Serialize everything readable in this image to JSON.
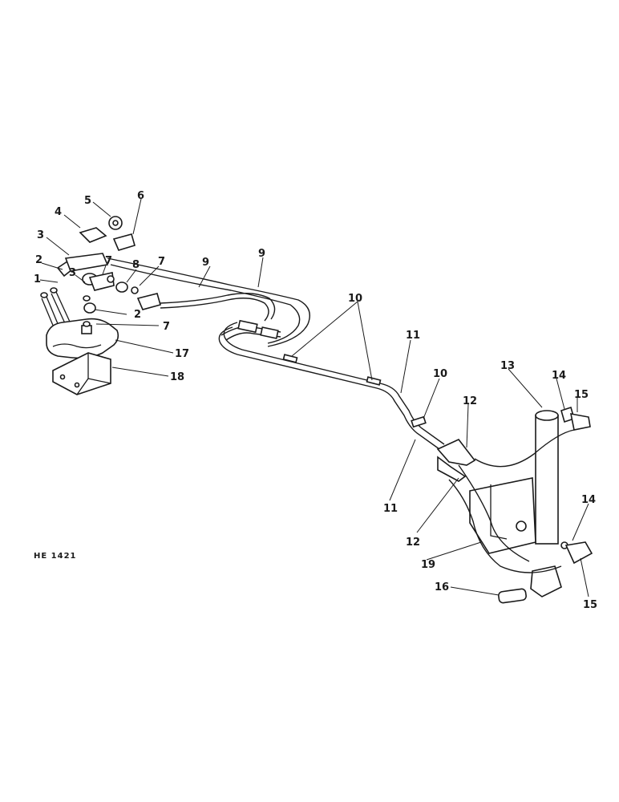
{
  "drawing_code": "HE 1421",
  "callouts": {
    "c1": "1",
    "c2a": "2",
    "c2b": "2",
    "c3a": "3",
    "c3b": "3",
    "c4": "4",
    "c5": "5",
    "c6": "6",
    "c7a": "7",
    "c7b": "7",
    "c7c": "7",
    "c8": "8",
    "c9a": "9",
    "c9b": "9",
    "c10a": "10",
    "c10b": "10",
    "c11a": "11",
    "c11b": "11",
    "c12a": "12",
    "c12b": "12",
    "c13": "13",
    "c14a": "14",
    "c14b": "14",
    "c15a": "15",
    "c15b": "15",
    "c16": "16",
    "c17": "17",
    "c18": "18",
    "c19": "19"
  }
}
